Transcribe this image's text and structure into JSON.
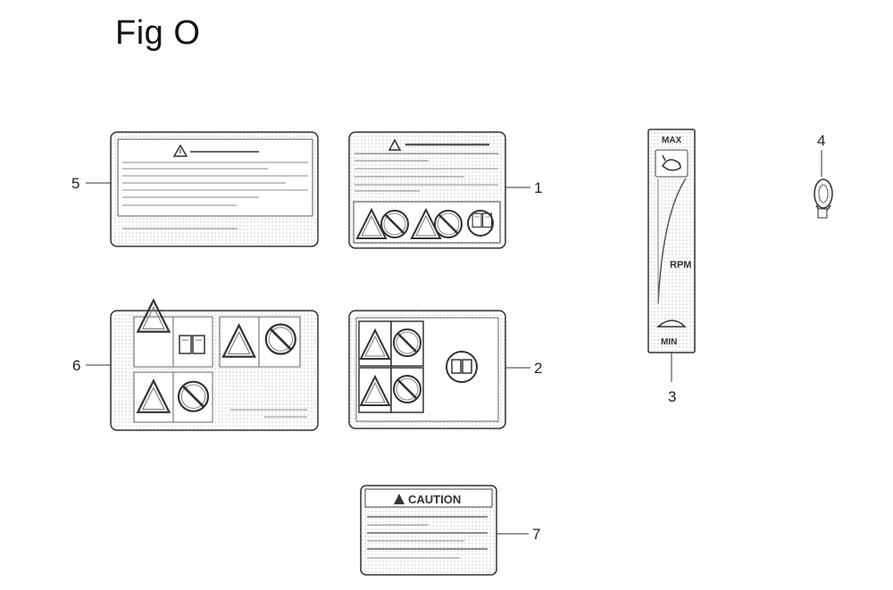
{
  "figure": {
    "title": "Fig O"
  },
  "callouts": {
    "p1": "1",
    "p2": "2",
    "p3": "3",
    "p4": "4",
    "p5": "5",
    "p6": "6",
    "p7": "7"
  },
  "throttle_decal": {
    "max_label": "MAX",
    "rpm_label": "RPM",
    "min_label": "MIN"
  },
  "caution_label": {
    "header": "CAUTION"
  },
  "colors": {
    "line": "#444444",
    "hatch": "#888888"
  }
}
